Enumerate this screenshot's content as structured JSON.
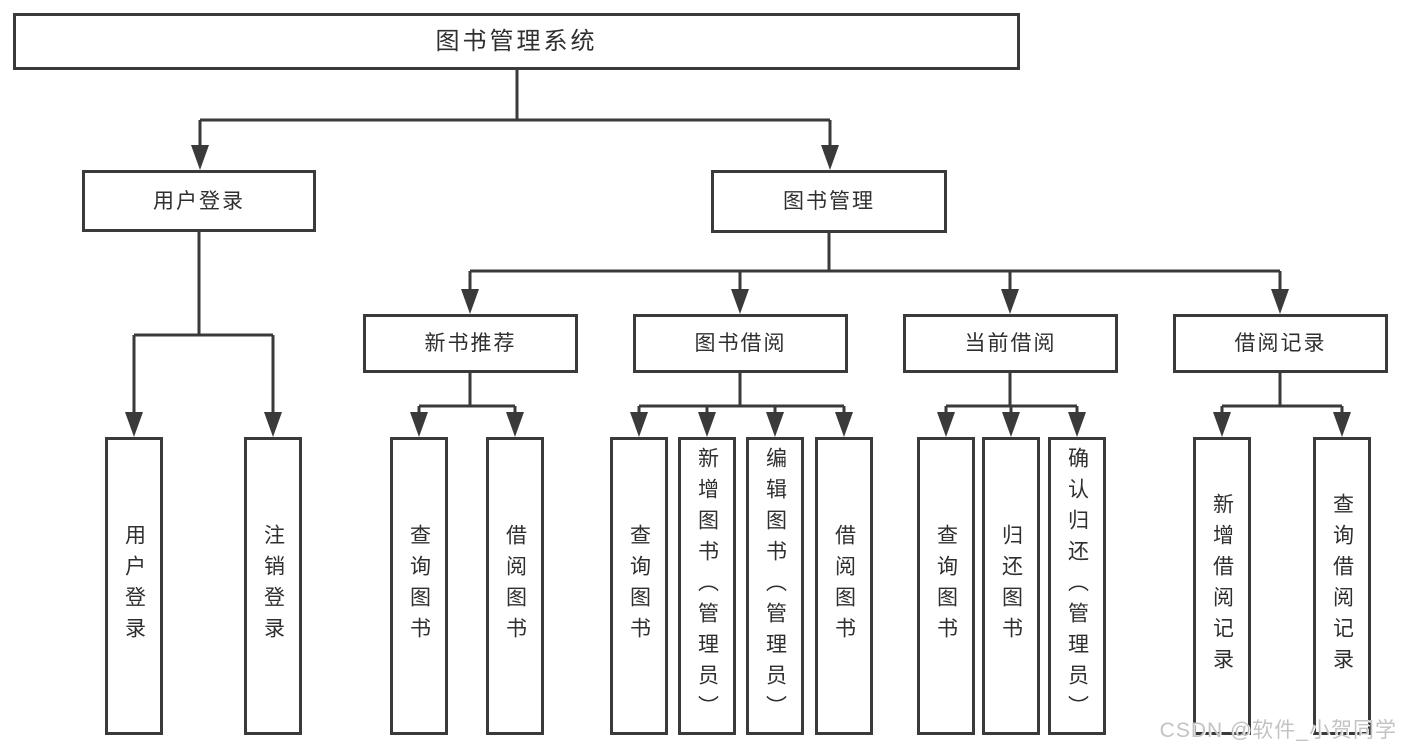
{
  "root": {
    "label": "图书管理系统"
  },
  "branches": [
    {
      "label": "用户登录",
      "leaves": [
        {
          "label": "用户登录"
        },
        {
          "label": "注销登录"
        }
      ]
    },
    {
      "label": "图书管理",
      "groups": [
        {
          "label": "新书推荐",
          "leaves": [
            {
              "label": "查询图书"
            },
            {
              "label": "借阅图书"
            }
          ]
        },
        {
          "label": "图书借阅",
          "leaves": [
            {
              "label": "查询图书"
            },
            {
              "label": "新增图书（管理员）"
            },
            {
              "label": "编辑图书（管理员）"
            },
            {
              "label": "借阅图书"
            }
          ]
        },
        {
          "label": "当前借阅",
          "leaves": [
            {
              "label": "查询图书"
            },
            {
              "label": "归还图书"
            },
            {
              "label": "确认归还（管理员）"
            }
          ]
        },
        {
          "label": "借阅记录",
          "leaves": [
            {
              "label": "新增借阅记录"
            },
            {
              "label": "查询借阅记录"
            }
          ]
        }
      ]
    }
  ],
  "watermark": {
    "text": "CSDN @软件_小贺同学"
  },
  "colors": {
    "line": "#3a3a3a",
    "box_border": "#3a3a3a",
    "text": "#2f2f2f",
    "watermark": "#c3c3c3",
    "background": "#ffffff"
  }
}
